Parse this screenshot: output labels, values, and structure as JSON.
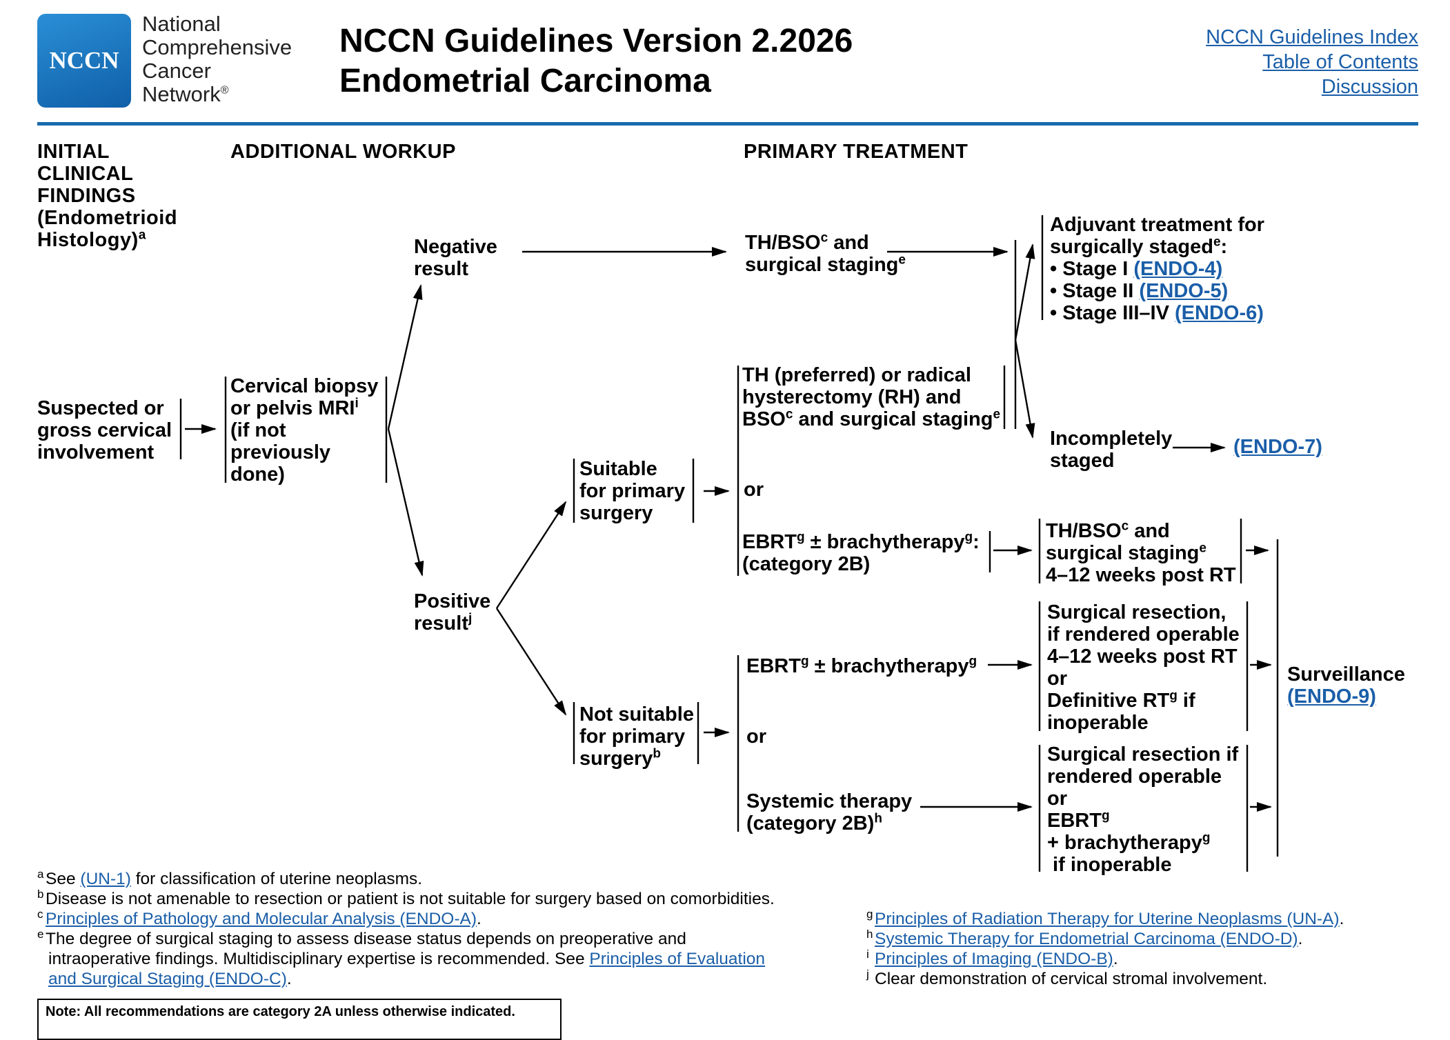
{
  "logo": {
    "abbrev": "NCCN",
    "lines": [
      "National",
      "Comprehensive",
      "Cancer",
      "Network"
    ],
    "reg": "®"
  },
  "header": {
    "title": "NCCN Guidelines Version 2.2026",
    "subtitle": "Endometrial Carcinoma",
    "links": [
      "NCCN Guidelines Index",
      "Table of Contents",
      "Discussion"
    ]
  },
  "sections": {
    "initial": [
      "INITIAL",
      "CLINICAL",
      "FINDINGS",
      "(Endometrioid",
      "Histology)"
    ],
    "initial_sup": "a",
    "workup": "ADDITIONAL WORKUP",
    "treatment": "PRIMARY TREATMENT"
  },
  "nodes": {
    "suspected": [
      "Suspected or",
      "gross cervical",
      "involvement"
    ],
    "biopsy": [
      "Cervical biopsy",
      "or pelvis MRI",
      "(if not",
      "previously",
      "done)"
    ],
    "biopsy_sup": "i",
    "negative": [
      "Negative",
      "result"
    ],
    "positive": [
      "Positive",
      "result"
    ],
    "positive_sup": "j",
    "thbso1": {
      "a": "TH/BSO",
      "sa": "c",
      "b": " and",
      "c": "surgical staging",
      "sc": "e"
    },
    "adjuvant": {
      "l1": "Adjuvant treatment for",
      "l2": "surgically staged",
      "l2sup": "e",
      "l2end": ":",
      "items": [
        {
          "label": "• Stage I ",
          "link": "(ENDO-4)"
        },
        {
          "label": "• Stage II ",
          "link": "(ENDO-5)"
        },
        {
          "label": "• Stage III–IV ",
          "link": "(ENDO-6)"
        }
      ]
    },
    "incomplete": [
      "Incompletely",
      "staged"
    ],
    "incomplete_link": "(ENDO-7)",
    "th_rh": {
      "l1": "TH (preferred) or radical",
      "l2": "hysterectomy (RH) and",
      "l3a": "BSO",
      "l3sa": "c",
      "l3b": " and surgical staging",
      "l3sb": "e"
    },
    "or": "or",
    "suitable": [
      "Suitable",
      "for primary",
      "surgery"
    ],
    "notsuitable": [
      "Not suitable",
      "for primary",
      "surgery"
    ],
    "notsuitable_sup": "b",
    "ebrt1": {
      "a": "EBRT",
      "sa": "g",
      "b": " ± brachytherapy",
      "sb": "g",
      "c": ":",
      "l2": "(category 2B)"
    },
    "thbso2": {
      "a": "TH/BSO",
      "sa": "c",
      "b": " and",
      "c": "surgical staging",
      "sc": "e",
      "d": "4–12 weeks post RT"
    },
    "ebrt2": {
      "a": "EBRT",
      "sa": "g",
      "b": " ± brachytherapy",
      "sb": "g"
    },
    "surgres1": {
      "l1": "Surgical resection,",
      "l2": "if rendered operable",
      "l3": "4–12 weeks post RT",
      "l4": "or",
      "l5a": "Definitive RT",
      "l5s": "g",
      "l5b": " if",
      "l6": "inoperable"
    },
    "systemic": {
      "l1": "Systemic therapy",
      "l2": "(category 2B)",
      "sup": "h"
    },
    "surgres2": {
      "l1": "Surgical resection if",
      "l2": "rendered operable",
      "l3": "or",
      "l4": "EBRT",
      "l4s": "g",
      "l5": "+ brachytherapy",
      "l5s": "g",
      "l6": " if inoperable"
    },
    "surveillance": "Surveillance",
    "surveillance_link": "(ENDO-9)"
  },
  "footnotes": {
    "a": {
      "m": "a",
      "pre": "See ",
      "link": "(UN-1)",
      "post": " for classification of uterine neoplasms."
    },
    "b": {
      "m": "b",
      "text": "Disease is not amenable to resection or patient is not suitable for surgery based on comorbidities."
    },
    "c": {
      "m": "c",
      "link": "Principles of Pathology and Molecular Analysis (ENDO-A)",
      "post": "."
    },
    "e": {
      "m": "e",
      "l1": "The degree of surgical staging to assess disease status depends on preoperative and",
      "l2pre": "intraoperative findings. Multidisciplinary expertise is recommended. See ",
      "l2link": "Principles of Evaluation",
      "l3link": "and Surgical Staging (ENDO-C)",
      "post": "."
    },
    "g": {
      "m": "g",
      "link": "Principles of Radiation Therapy for Uterine Neoplasms (UN-A)",
      "post": "."
    },
    "h": {
      "m": "h",
      "link": "Systemic Therapy for Endometrial Carcinoma (ENDO-D)",
      "post": "."
    },
    "i": {
      "m": "i",
      "link": "Principles of Imaging (ENDO-B)",
      "post": "."
    },
    "j": {
      "m": "j",
      "text": "Clear demonstration of cervical stromal involvement."
    }
  },
  "note": "Note: All recommendations are category 2A unless otherwise indicated.",
  "colors": {
    "brand_blue": "#1b6fb5",
    "link_blue": "#1a5ea8",
    "rule": "#1a6aad"
  }
}
